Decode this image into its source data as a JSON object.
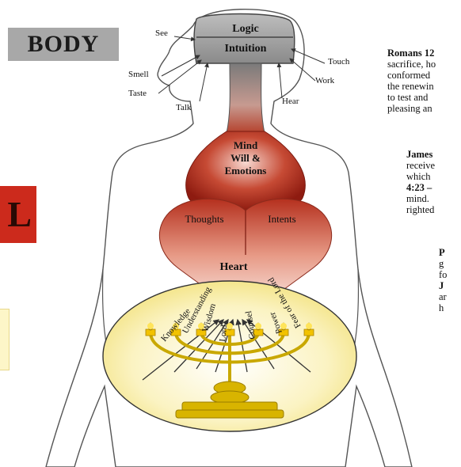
{
  "labels": {
    "body": "BODY",
    "soul": "L"
  },
  "head": {
    "logic": "Logic",
    "intuition": "Intuition"
  },
  "senses": {
    "see": "See",
    "smell": "Smell",
    "taste": "Taste",
    "talk": "Talk",
    "touch": "Touch",
    "work": "Work",
    "hear": "Hear"
  },
  "organs": {
    "mind_line1": "Mind",
    "mind_line2": "Will &",
    "mind_line3": "Emotions",
    "thoughts": "Thoughts",
    "intents": "Intents",
    "heart": "Heart"
  },
  "spirit_words": [
    "Knowledge",
    "Understanding",
    "Wisdom",
    "Lord",
    "Counsel",
    "Power",
    "Fear of the Lord"
  ],
  "verses": {
    "romans": {
      "ref": "Romans 12",
      "lines": [
        "sacrifice, ho",
        "conformed",
        "the renewin",
        "to test and",
        "pleasing an"
      ]
    },
    "james": {
      "ref": "James",
      "lines": [
        "receive",
        "which",
        "mind.",
        "righted"
      ],
      "ref2": "4:23 –"
    },
    "third": {
      "lines": [
        "g",
        "fo",
        "ar",
        "h"
      ],
      "ref_p": "P",
      "ref_j": "J"
    }
  },
  "colors": {
    "body_gray": "#a8a8a8",
    "soul_red": "#cc2a1c",
    "organ_red": "#b8301e",
    "spirit_yellow": "#fdf6c8",
    "outline": "#555555"
  }
}
